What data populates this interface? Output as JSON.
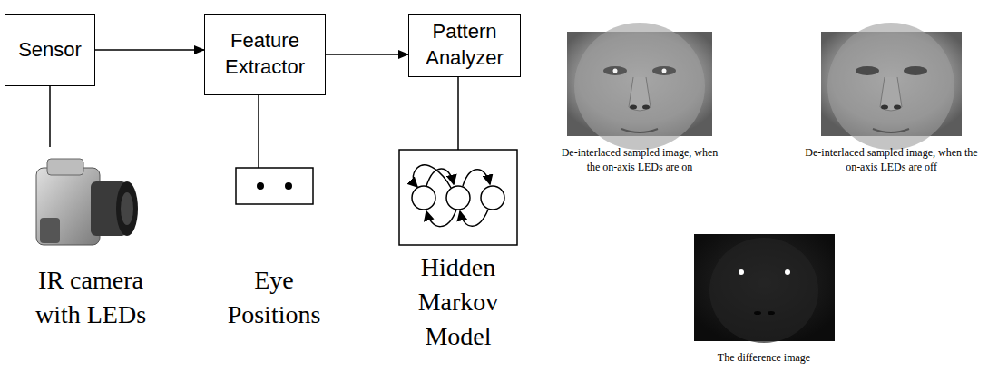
{
  "diagram": {
    "nodes": [
      {
        "text": [
          "Sensor"
        ]
      },
      {
        "text": [
          "Feature Extractor"
        ]
      },
      {
        "text": [
          "Pattern Analyzer"
        ]
      }
    ],
    "edges": [
      {
        "from": 0,
        "to": 1,
        "arrow": "to"
      },
      {
        "from": 1,
        "to": 2,
        "arrow": "to"
      }
    ],
    "labels": [
      "IR camera with LEDs",
      "Eye Positions",
      "Hidden Markov Model",
      "De-interlaced sampled image, when the on-axis LEDs are on",
      "De-interlaced sampled image, when the on-axis LEDs are off",
      "The difference image"
    ]
  }
}
